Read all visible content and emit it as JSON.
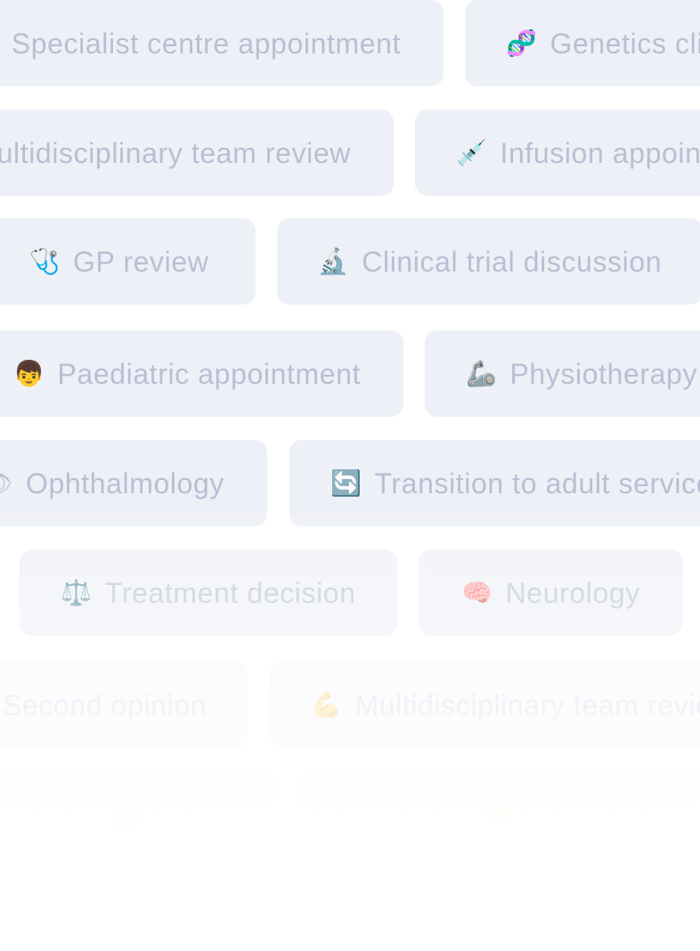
{
  "row1": [
    {
      "icon": "",
      "label": "Specialist centre appointment"
    },
    {
      "icon": "🧬",
      "label": "Genetics clinic"
    }
  ],
  "row2": [
    {
      "icon": "",
      "label": "Multidisciplinary team review"
    },
    {
      "icon": "💉",
      "label": "Infusion appointment"
    }
  ],
  "row3": [
    {
      "icon": "🩺",
      "label": "GP review"
    },
    {
      "icon": "🔬",
      "label": "Clinical trial discussion"
    }
  ],
  "row4": [
    {
      "icon": "👦",
      "label": "Paediatric appointment"
    },
    {
      "icon": "🦾",
      "label": "Physiotherapy"
    }
  ],
  "row5": [
    {
      "icon": "👁",
      "label": "Ophthalmology"
    },
    {
      "icon": "🔄",
      "label": "Transition to adult services"
    }
  ],
  "row6": [
    {
      "icon": "⚖️",
      "label": "Treatment decision"
    },
    {
      "icon": "🧠",
      "label": "Neurology"
    }
  ],
  "row7": [
    {
      "icon": "",
      "label": "Second opinion"
    },
    {
      "icon": "💪",
      "label": "Multidisciplinary team review"
    }
  ],
  "row8": [
    {
      "icon": "📋",
      "label": ""
    },
    {
      "icon": "👶",
      "label": ""
    }
  ],
  "colors": {
    "pill_background": "#eef0f7",
    "pill_text": "#b9bfd3",
    "page_background": "#ffffff"
  }
}
